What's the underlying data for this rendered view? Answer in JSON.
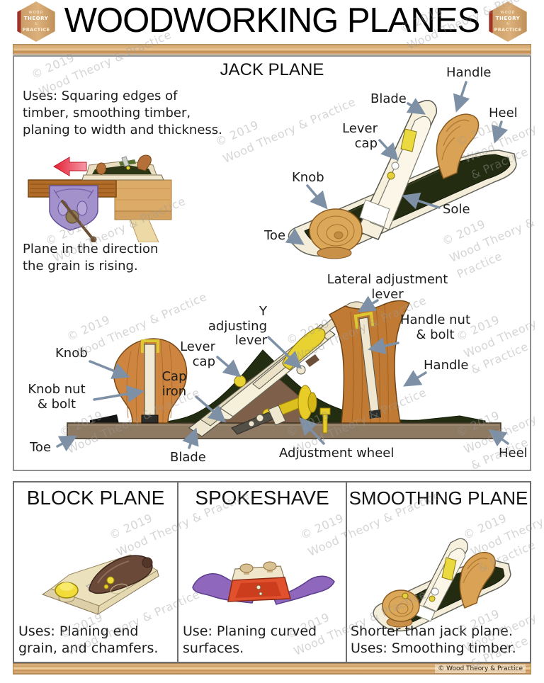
{
  "header": {
    "title": "WOODWORKING PLANES",
    "logo_lines": [
      "WOOD",
      "THEORY",
      "&",
      "PRACTICE"
    ]
  },
  "watermark": {
    "text": "© 2019\nWood Theory & Practice"
  },
  "jack_plane": {
    "title": "JACK PLANE",
    "uses": "Uses: Squaring edges of\ntimber, smoothing timber,\nplaning to width and thickness.",
    "grain_note": "Plane in the direction\nthe grain is rising.",
    "assembled_labels": {
      "handle": "Handle",
      "blade": "Blade",
      "heel": "Heel",
      "lever_cap": "Lever\ncap",
      "knob": "Knob",
      "sole": "Sole",
      "toe": "Toe"
    },
    "exploded_labels": {
      "lateral_adjustment_lever": "Lateral adjustment\nlever",
      "y_adjusting_lever": "Y adjusting\nlever",
      "handle_nut_bolt": "Handle nut\n& bolt",
      "lever_cap": "Lever\ncap",
      "cap_iron": "Cap\niron",
      "knob": "Knob",
      "knob_nut_bolt": "Knob nut\n& bolt",
      "toe": "Toe",
      "blade": "Blade",
      "adjustment_wheel": "Adjustment wheel",
      "heel": "Heel",
      "handle": "Handle"
    }
  },
  "panels": [
    {
      "title": "BLOCK PLANE",
      "caption": "Uses: Planing end\ngrain, and chamfers."
    },
    {
      "title": "SPOKESHAVE",
      "caption": "Use: Planing curved\nsurfaces."
    },
    {
      "title": "SMOOTHING PLANE",
      "caption": "Shorter than jack plane.\nUses: Smoothing timber."
    }
  ],
  "footer": {
    "copyright": "© Wood Theory & Practice"
  }
}
